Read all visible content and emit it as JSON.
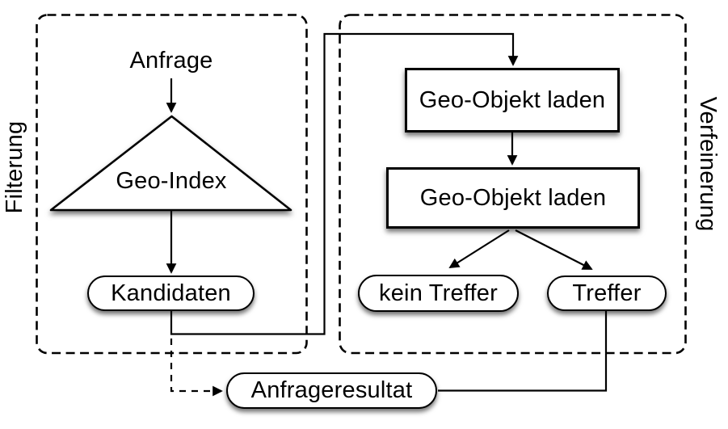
{
  "diagram": {
    "language": "de",
    "colors": {
      "line": "#000000",
      "node_fill": "#ffffff",
      "background": "#ffffff",
      "shadow": "rgba(0,0,0,0.55)"
    },
    "regions": {
      "filterung": {
        "label": "Filterung",
        "border_style": "dashed",
        "label_side": "left"
      },
      "verfeinerung": {
        "label": "Verfeinerung",
        "border_style": "dashed",
        "label_side": "right"
      }
    },
    "nodes": {
      "anfrage": {
        "label": "Anfrage",
        "shape": "plain-text",
        "region": "filterung"
      },
      "geo_index": {
        "label": "Geo-Index",
        "shape": "triangle",
        "region": "filterung"
      },
      "kandidaten": {
        "label": "Kandidaten",
        "shape": "pill",
        "region": "filterung"
      },
      "geo_objekt_laden_1": {
        "label": "Geo-Objekt laden",
        "shape": "rectangle",
        "region": "verfeinerung"
      },
      "geo_objekt_laden_2": {
        "label": "Geo-Objekt laden",
        "shape": "rectangle",
        "region": "verfeinerung"
      },
      "kein_treffer": {
        "label": "kein Treffer",
        "shape": "pill",
        "region": "verfeinerung"
      },
      "treffer": {
        "label": "Treffer",
        "shape": "pill",
        "region": "verfeinerung"
      },
      "anfrageresultat": {
        "label": "Anfrageresultat",
        "shape": "pill",
        "region": "none"
      }
    },
    "edges": [
      {
        "from": "anfrage",
        "to": "geo_index",
        "style": "solid",
        "arrow": true
      },
      {
        "from": "geo_index",
        "to": "kandidaten",
        "style": "solid",
        "arrow": true
      },
      {
        "from": "kandidaten",
        "to": "geo_objekt_laden_1",
        "style": "solid",
        "arrow": true
      },
      {
        "from": "geo_objekt_laden_1",
        "to": "geo_objekt_laden_2",
        "style": "solid",
        "arrow": true
      },
      {
        "from": "geo_objekt_laden_2",
        "to": "kein_treffer",
        "style": "solid",
        "arrow": true
      },
      {
        "from": "geo_objekt_laden_2",
        "to": "treffer",
        "style": "solid",
        "arrow": true
      },
      {
        "from": "treffer",
        "to": "anfrageresultat",
        "style": "solid",
        "arrow": false
      },
      {
        "from": "kandidaten",
        "to": "anfrageresultat",
        "style": "dashed",
        "arrow": true
      }
    ]
  }
}
